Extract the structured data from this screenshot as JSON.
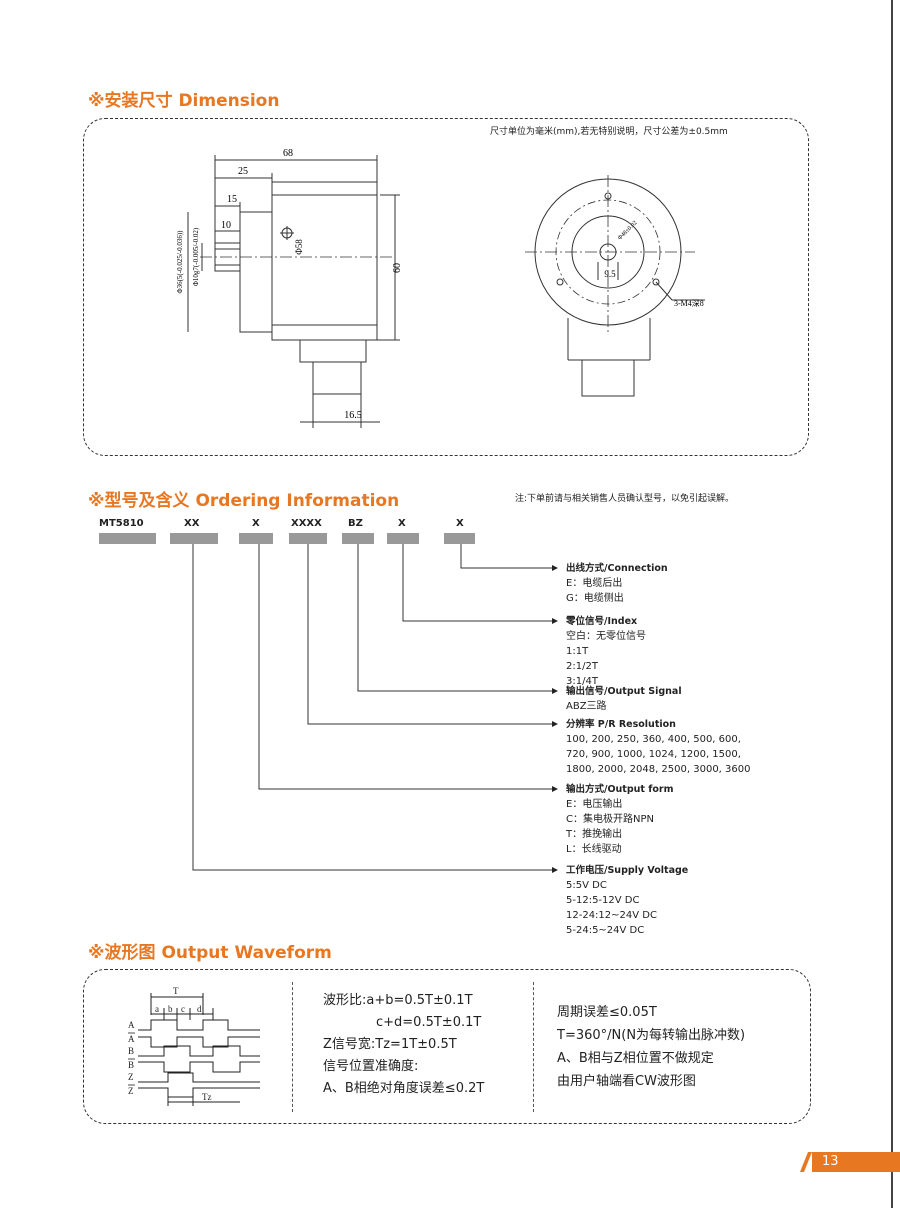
{
  "dimension": {
    "title": "※安装尺寸  Dimension",
    "note": "尺寸单位为毫米(mm),若无特别说明，尺寸公差为±0.5mm",
    "labels": {
      "d68": "68",
      "d25": "25",
      "d15": "15",
      "d10": "10",
      "phi58": "Φ58",
      "d60": "60",
      "d16_5": "16.5",
      "phi36": "Φ36(5(-0.025/-0.036))",
      "phi10": "Φ10g7(-0.005/-0.02)",
      "d9_5": "9.5",
      "m4": "3-M4深8",
      "phi48": "Φ48±0.02"
    }
  },
  "ordering": {
    "title": "※型号及含义 Ordering Information",
    "note": "注:下单前请与相关销售人员确认型号，以免引起误解。",
    "codes": [
      "MT5810",
      "XX",
      "X",
      "XXXX",
      "BZ",
      "X",
      "X"
    ],
    "options": [
      {
        "head": "出线方式/Connection",
        "lines": [
          "E：电缆后出",
          "G：电缆侧出"
        ]
      },
      {
        "head": "零位信号/Index",
        "lines": [
          "空白：无零位信号",
          "1:1T",
          "2:1/2T",
          "3:1/4T"
        ]
      },
      {
        "head": "输出信号/Output Signal",
        "lines": [
          "ABZ三路"
        ]
      },
      {
        "head": "分辨率 P/R Resolution",
        "lines": [
          "100, 200, 250, 360, 400, 500, 600,",
          "720, 900, 1000, 1024, 1200, 1500,",
          "1800, 2000, 2048, 2500, 3000, 3600"
        ]
      },
      {
        "head": "输出方式/Output form",
        "lines": [
          "E：电压输出",
          "C：集电极开路NPN",
          "T：推挽输出",
          "L：长线驱动"
        ]
      },
      {
        "head": "工作电压/Supply Voltage",
        "lines": [
          "5:5V DC",
          "5-12:5-12V DC",
          "12-24:12~24V DC",
          "5-24:5~24V DC"
        ]
      }
    ]
  },
  "waveform": {
    "title": "※波形图 Output Waveform",
    "diagram_labels": {
      "T": "T",
      "a": "a",
      "b": "b",
      "c": "c",
      "d": "d",
      "A": "A",
      "Abar": "A",
      "B": "B",
      "Bbar": "B",
      "Z": "Z",
      "Zbar": "Z",
      "Tz": "Tz"
    },
    "middle": [
      "波形比:a+b=0.5T±0.1T",
      "c+d=0.5T±0.1T",
      "Z信号宽:Tz=1T±0.5T",
      "信号位置准确度:",
      "A、B相绝对角度误差≤0.2T"
    ],
    "right": [
      "周期误差≤0.05T",
      "T=360°/N(N为每转输出脉冲数)",
      "A、B相与Z相位置不做规定",
      "由用户轴端看CW波形图"
    ]
  },
  "page_number": "13",
  "colors": {
    "accent": "#e87722",
    "bar": "#999999",
    "line": "#333333"
  }
}
